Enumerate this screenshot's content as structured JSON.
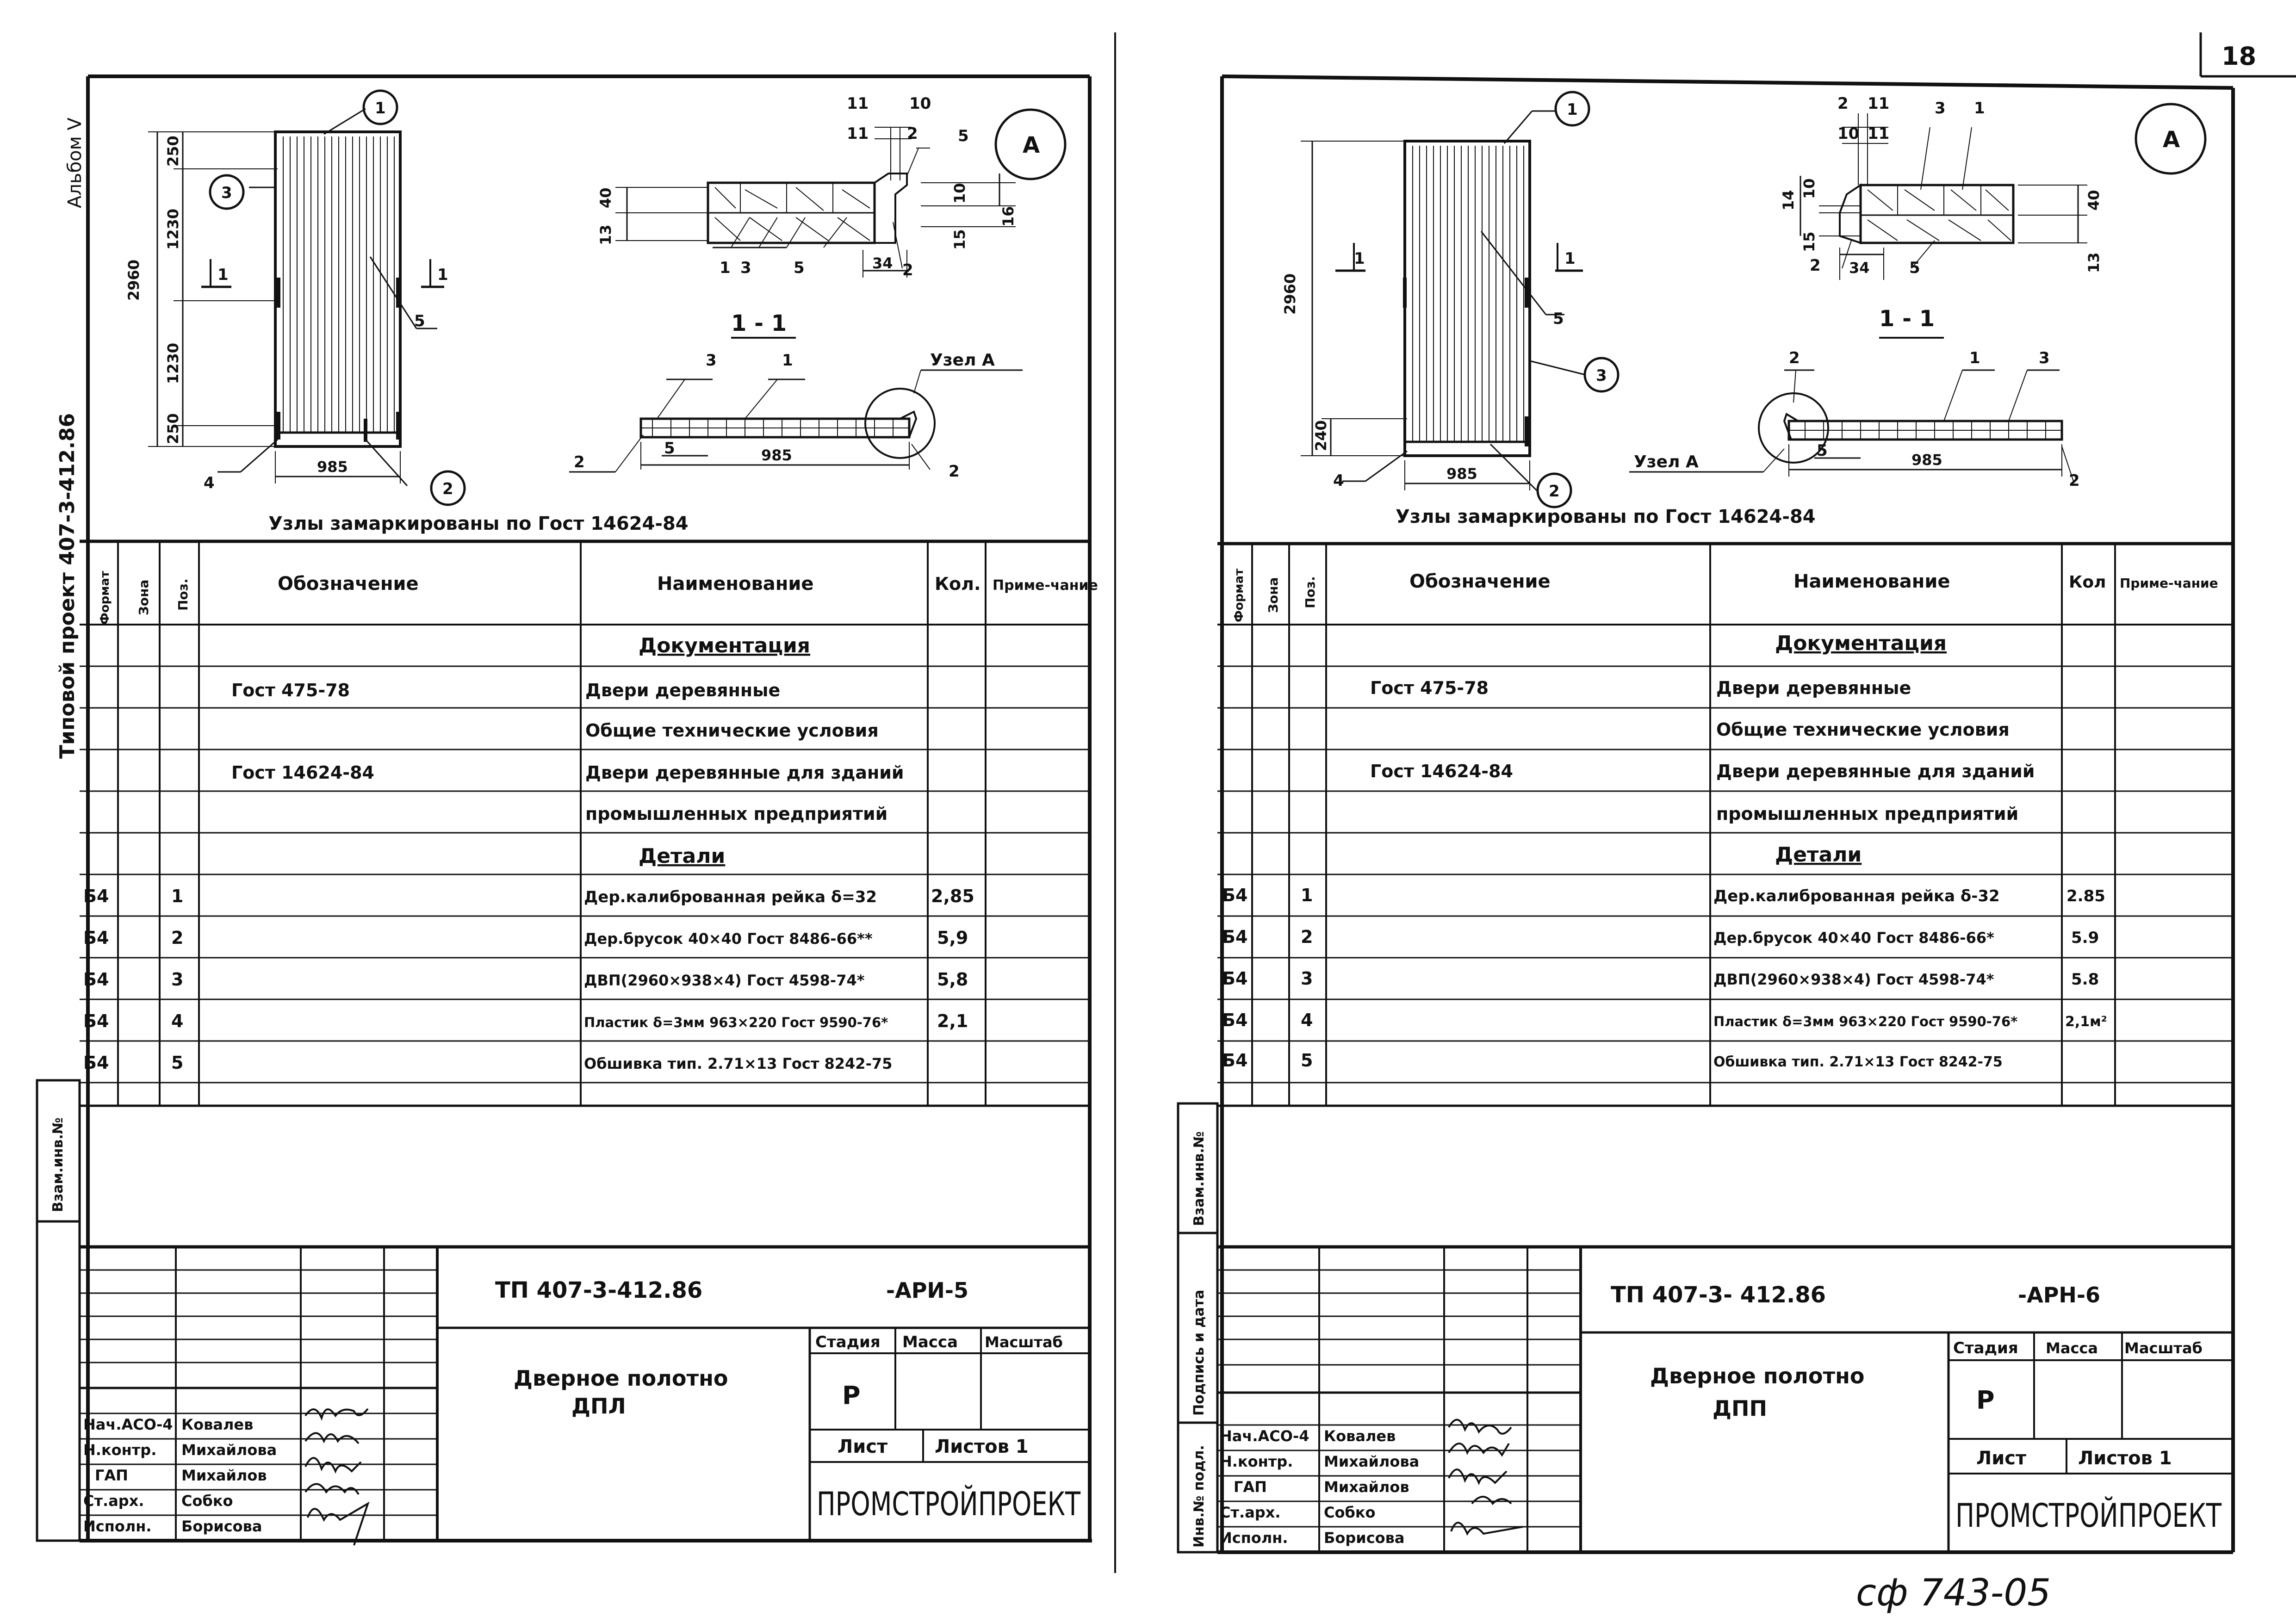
{
  "page_number": "18",
  "album_label": "Альбом V",
  "project_label": "Типовой проект 407-3-412.86",
  "side_stamp": {
    "a": "Взам.инв.№",
    "b": "Подпись и дата",
    "c": "Инв.№ подл."
  },
  "catalog_mark": "сф 743-05",
  "headers": {
    "format": "Формат",
    "zone": "Зона",
    "pos": "Поз.",
    "designation": "Обозначение",
    "name": "Наименование",
    "qty_left": "Кол.",
    "qty_right": "Кол",
    "note": "Приме-чание"
  },
  "nodes_note": "Узлы замаркированы по Гост 14624-84",
  "section_label": "1 - 1",
  "node_label": "Узел А",
  "callout_A": "А",
  "dims": {
    "height": "2960",
    "width": "985",
    "d250": "250",
    "d1230": "1230",
    "d240": "240",
    "d40": "40",
    "d13": "13",
    "d10": "10",
    "d16": "16",
    "d15": "15",
    "d34": "34",
    "d14": "14"
  },
  "sections": {
    "doc": "Документация",
    "parts": "Детали"
  },
  "rows_doc": [
    {
      "designation": "Гост 475-78",
      "name": "Двери деревянные"
    },
    {
      "designation": "",
      "name": "Общие технические условия"
    },
    {
      "designation": "Гост 14624-84",
      "name": "Двери деревянные для зданий"
    },
    {
      "designation": "",
      "name": "промышленных предприятий"
    }
  ],
  "left": {
    "code": "ТП 407-3-412.86",
    "sheet_code": "-АРИ-5",
    "parts": [
      {
        "format": "Б4",
        "pos": "1",
        "name": "Дер.калиброванная рейка δ=32",
        "qty": "2,85"
      },
      {
        "format": "Б4",
        "pos": "2",
        "name": "Дер.брусок 40×40 Гост 8486-66**",
        "qty": "5,9"
      },
      {
        "format": "Б4",
        "pos": "3",
        "name": "ДВП(2960×938×4) Гост 4598-74*",
        "qty": "5,8"
      },
      {
        "format": "Б4",
        "pos": "4",
        "name": "Пластик δ=3мм 963×220 Гост 9590-76*",
        "qty": "2,1"
      },
      {
        "format": "Б4",
        "pos": "5",
        "name": "Обшивка тип. 2.71×13 Гост 8242-75",
        "qty": ""
      }
    ]
  },
  "right": {
    "code": "ТП 407-3- 412.86",
    "sheet_code": "-АРН-6",
    "parts": [
      {
        "format": "Б4",
        "pos": "1",
        "name": "Дер.калиброванная рейка δ-32",
        "qty": "2.85"
      },
      {
        "format": "Б4",
        "pos": "2",
        "name": "Дер.брусок 40×40 Гост 8486-66*",
        "qty": "5.9"
      },
      {
        "format": "Б4",
        "pos": "3",
        "name": "ДВП(2960×938×4) Гост 4598-74*",
        "qty": "5.8"
      },
      {
        "format": "Б4",
        "pos": "4",
        "name": "Пластик δ=3мм 963×220 Гост 9590-76*",
        "qty": "2,1м²"
      },
      {
        "format": "Б4",
        "pos": "5",
        "name": "Обшивка тип. 2.71×13 Гост 8242-75",
        "qty": ""
      }
    ]
  },
  "title_block": {
    "title_line1": "Дверное полотно",
    "title_line2_left": "ДПЛ",
    "title_line2_right": "ДПП",
    "stage_h": "Стадия",
    "mass_h": "Масса",
    "scale_h": "Масштаб",
    "stage_v": "Р",
    "sheet_h": "Лист",
    "sheets_h": "Листов 1",
    "org": "ПРОМСТРОЙПРОЕКТ",
    "roles": [
      {
        "role": "Нач.АСО-4",
        "name": "Ковалев"
      },
      {
        "role": "Н.контр.",
        "name": "Михайлова"
      },
      {
        "role": "ГАП",
        "name": "Михайлов"
      },
      {
        "role": "Ст.арх.",
        "name": "Собко"
      },
      {
        "role": "Исполн.",
        "name": "Борисова"
      }
    ]
  }
}
